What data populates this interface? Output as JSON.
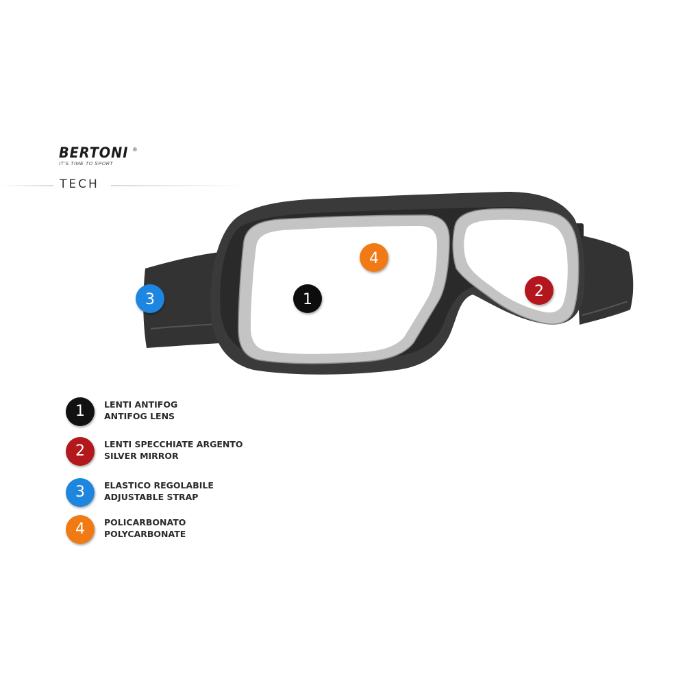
{
  "brand": {
    "name": "BERTONI",
    "registered": "®",
    "tagline": "IT'S TIME TO SPORT",
    "subtitle": "TECH"
  },
  "colors": {
    "frame": "#3a3a3a",
    "frame_dark": "#262626",
    "strap": "#333333",
    "lens_rim": "#c4c4c4",
    "lens": "#ffffff",
    "badge_1": "#111111",
    "badge_2": "#b3181c",
    "badge_3": "#1f86e0",
    "badge_4": "#f07a14"
  },
  "callouts": [
    {
      "number": "1",
      "color": "#111111"
    },
    {
      "number": "2",
      "color": "#b3181c"
    },
    {
      "number": "3",
      "color": "#1f86e0"
    },
    {
      "number": "4",
      "color": "#f07a14"
    }
  ],
  "legend": [
    {
      "number": "1",
      "color": "#111111",
      "line1": "LENTI ANTIFOG",
      "line2": "ANTIFOG LENS"
    },
    {
      "number": "2",
      "color": "#b3181c",
      "line1": "LENTI SPECCHIATE ARGENTO",
      "line2": "SILVER MIRROR"
    },
    {
      "number": "3",
      "color": "#1f86e0",
      "line1": "ELASTICO REGOLABILE",
      "line2": "ADJUSTABLE STRAP"
    },
    {
      "number": "4",
      "color": "#f07a14",
      "line1": "POLICARBONATO",
      "line2": "POLYCARBONATE"
    }
  ]
}
